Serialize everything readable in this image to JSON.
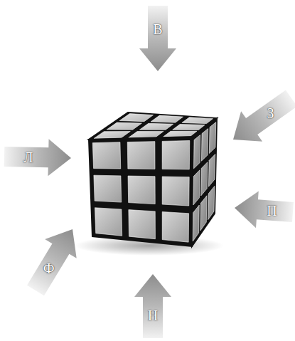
{
  "diagram": {
    "labels": [
      "В",
      "З",
      "Л",
      "П",
      "Ф",
      "Н"
    ]
  }
}
